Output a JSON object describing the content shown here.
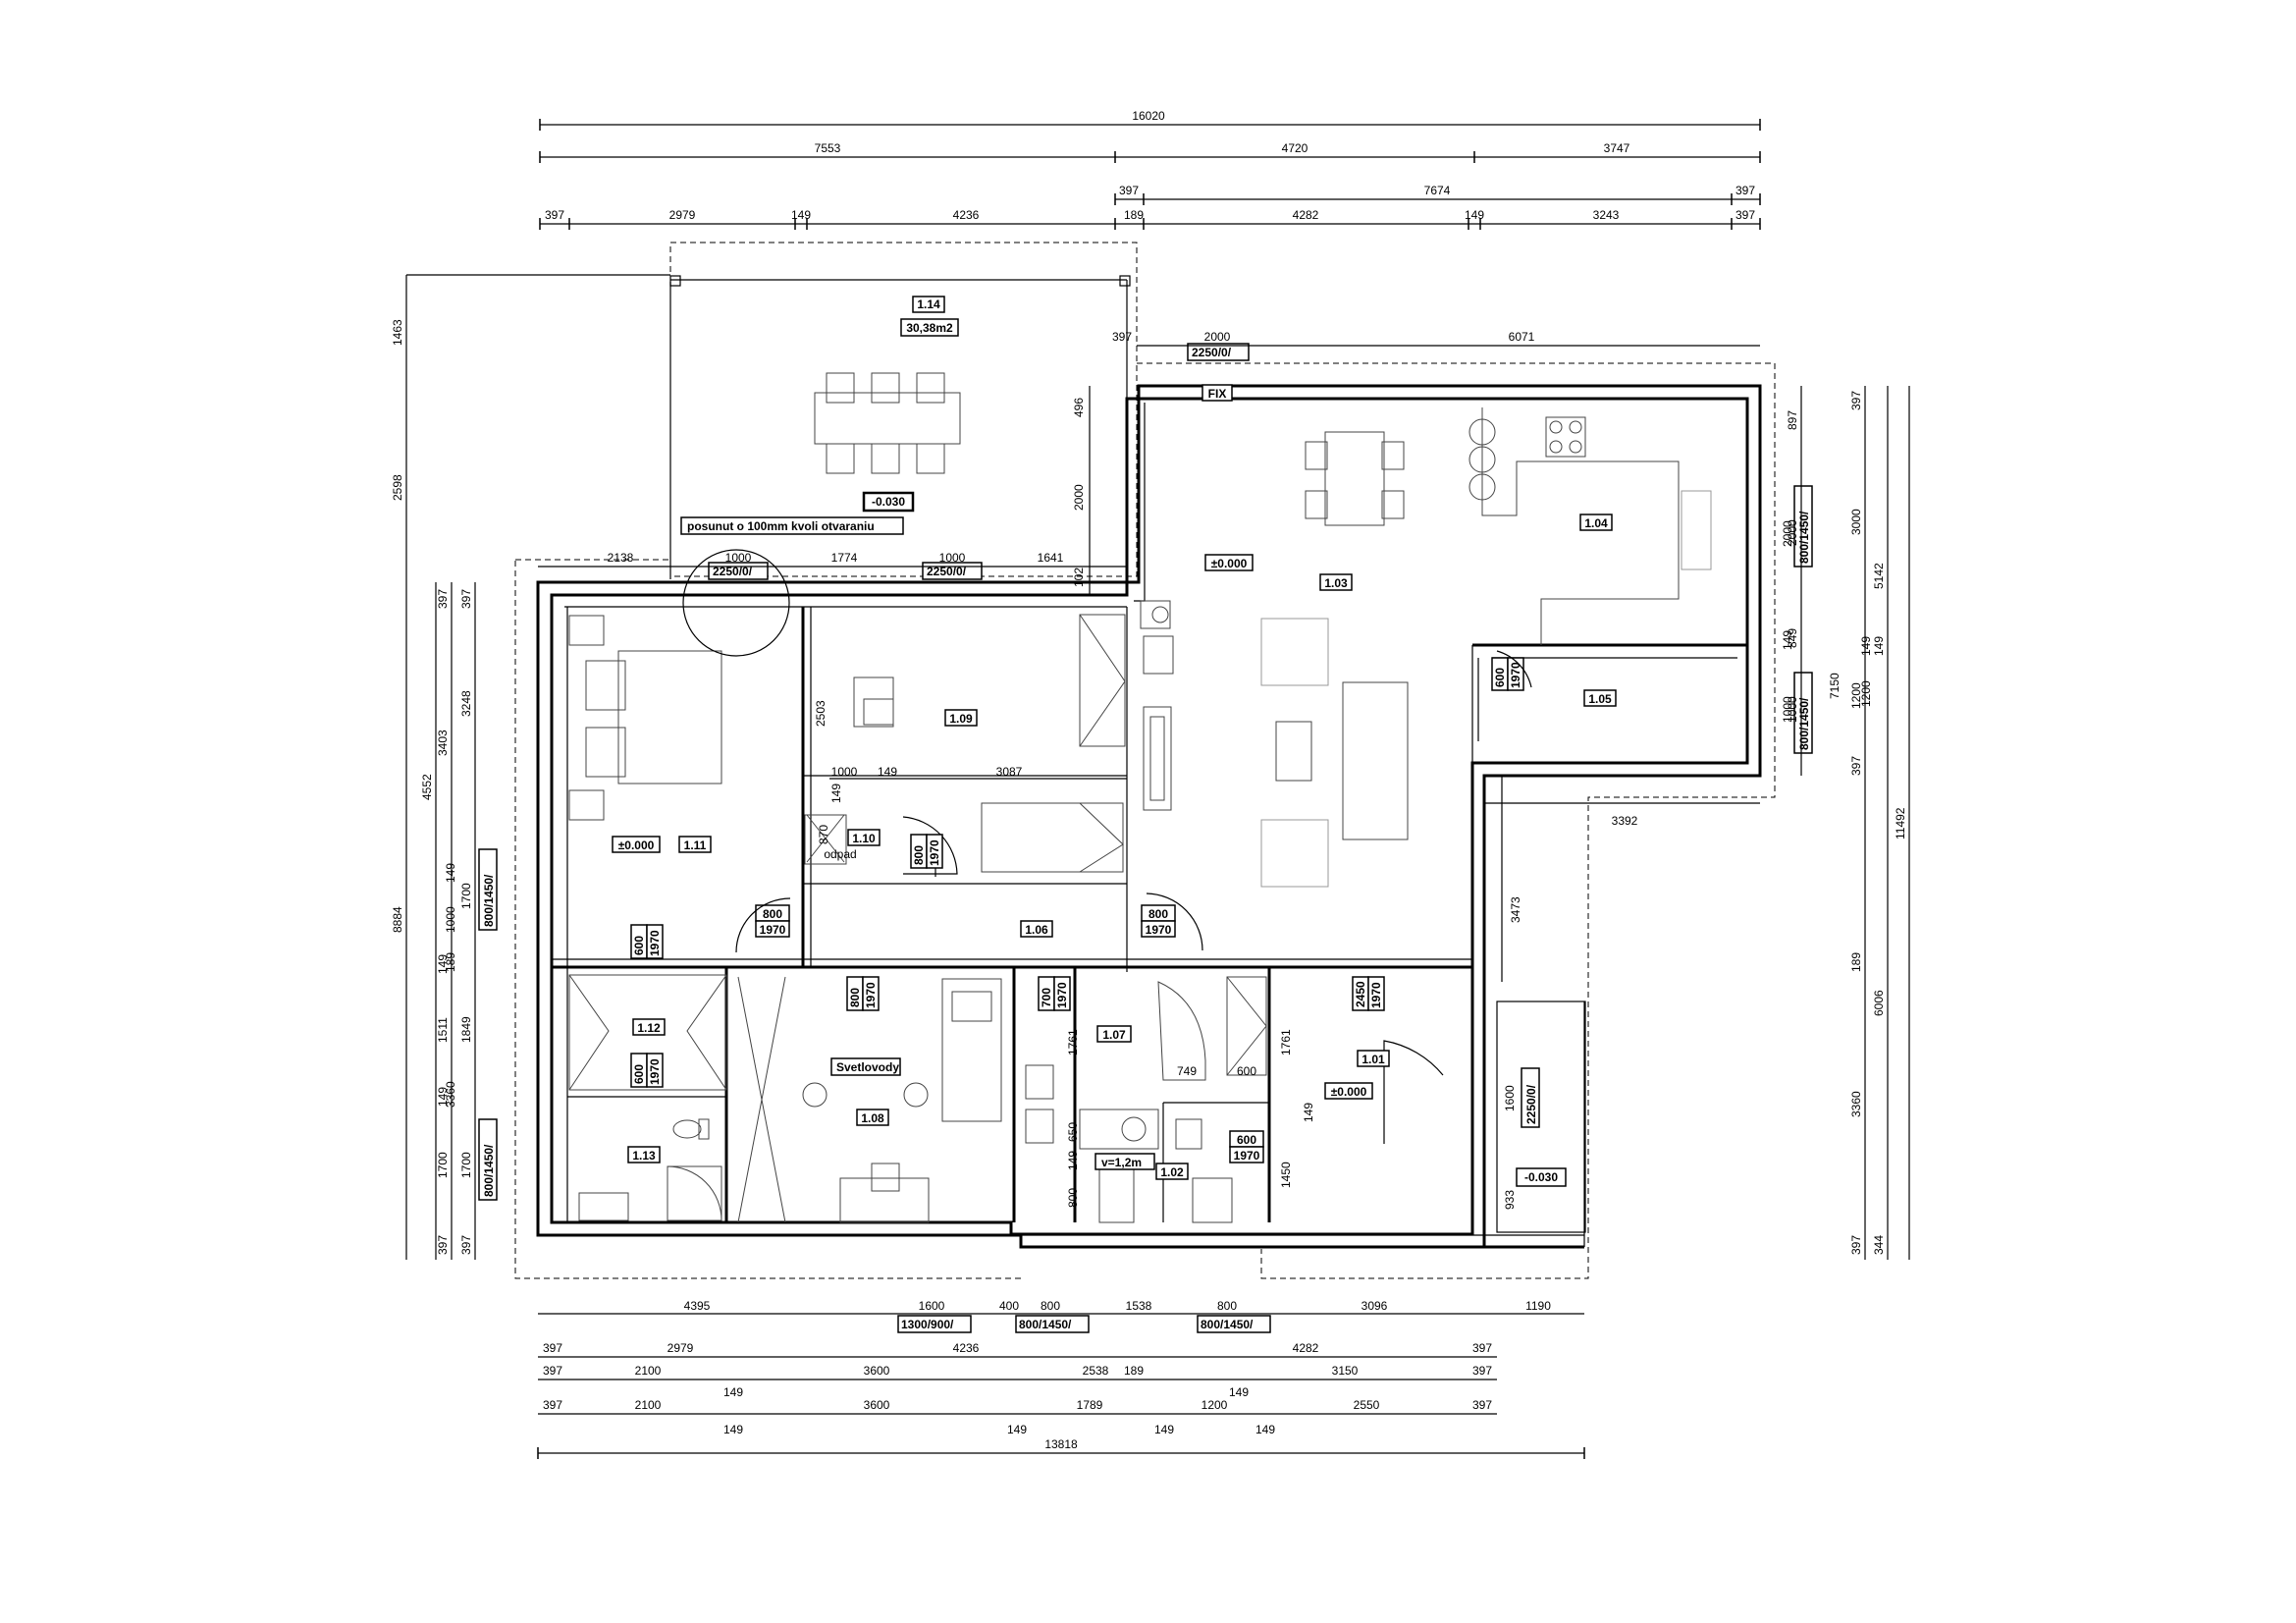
{
  "rooms": [
    {
      "id": "r114",
      "code": "1.14",
      "area": "30,38m2"
    },
    {
      "id": "r103",
      "code": "1.03"
    },
    {
      "id": "r104",
      "code": "1.04"
    },
    {
      "id": "r105",
      "code": "1.05"
    },
    {
      "id": "r109",
      "code": "1.09"
    },
    {
      "id": "r111",
      "code": "1.11"
    },
    {
      "id": "r110",
      "code": "1.10"
    },
    {
      "id": "r106",
      "code": "1.06"
    },
    {
      "id": "r112",
      "code": "1.12"
    },
    {
      "id": "r113",
      "code": "1.13"
    },
    {
      "id": "r108",
      "code": "1.08"
    },
    {
      "id": "r107",
      "code": "1.07"
    },
    {
      "id": "r102",
      "code": "1.02"
    },
    {
      "id": "r101",
      "code": "1.01"
    }
  ],
  "levels": {
    "terrace": "-0.030",
    "living": "±0.000",
    "bedroom": "±0.000",
    "room101": "±0.000",
    "entrance": "-0.030"
  },
  "notes": {
    "shift": "posunut o 100mm kvoli otvaraniu",
    "skylight": "Svetlovody",
    "fix": "FIX",
    "height": "v=1,2m",
    "odpad": "odpad"
  },
  "openings": {
    "terrace_door_top": "2250/0/",
    "door_a": "2250/0/",
    "door_b": "2250/0/",
    "win_right1": "800/1450/",
    "win_right2": "800/1450/",
    "win_left1": "800/1450/",
    "win_left2": "800/1450/",
    "entrance": "2250/0/",
    "bottom1": "1300/900/",
    "bottom2": "800/1450/",
    "bottom3": "800/1450/",
    "d800a": "800",
    "d1970a": "1970",
    "d800b": "800",
    "d1970b": "1970",
    "d800c": "800",
    "d1970c": "1970",
    "d600a": "600",
    "d1970d": "1970",
    "d600b": "600",
    "d1970e": "1970",
    "d800d": "800",
    "d1970f": "1970",
    "d700": "700",
    "d1970g": "1970",
    "d600c": "600",
    "d1970h": "1970",
    "d2450": "2450",
    "d1970i": "1970",
    "d600d": "600",
    "d1970j": "1970",
    "d870": "870"
  },
  "dims_top": {
    "r1": [
      "16020"
    ],
    "r2": [
      "7553",
      "4720",
      "3747"
    ],
    "r3": [
      "397",
      "7674",
      "397"
    ],
    "r4": [
      "397",
      "2979",
      "149",
      "4236",
      "189",
      "4282",
      "149",
      "3243",
      "397"
    ]
  },
  "dims_bottom": {
    "r0": [
      "4395",
      "1600",
      "400",
      "800",
      "1538",
      "800",
      "3096",
      "1190"
    ],
    "r1": [
      "397",
      "2979",
      "4236",
      "4282",
      "397"
    ],
    "r2": [
      "397",
      "2100",
      "149",
      "3600",
      "2538",
      "189",
      "149",
      "3150",
      "397"
    ],
    "r3": [
      "397",
      "2100",
      "149",
      "3600",
      "149",
      "1789",
      "149",
      "1200",
      "149",
      "2550",
      "397"
    ],
    "total": "13818"
  },
  "dims_left": {
    "a": [
      "1463",
      "2598"
    ],
    "b": [
      "397",
      "3403",
      "149",
      "1511",
      "149",
      "1700",
      "397"
    ],
    "c": [
      "397",
      "3248",
      "1700",
      "149",
      "1000",
      "189",
      "1849",
      "3360",
      "1700",
      "397"
    ],
    "d": [
      "8884",
      "4552"
    ]
  },
  "dims_right": {
    "a": [
      "897",
      "2000",
      "849",
      "1000"
    ],
    "b": [
      "397",
      "3000",
      "149",
      "1200",
      "397",
      "189",
      "3360",
      "397"
    ],
    "c": [
      "5142",
      "7150",
      "6006",
      "344"
    ],
    "d": [
      "11492"
    ]
  },
  "dims_inner": {
    "t1": "397",
    "t2": "2000",
    "t3": "6071",
    "i1": "496",
    "i2": "2000",
    "i3": "102",
    "i4": "2138",
    "i5": "1000",
    "i6": "1774",
    "i7": "1000",
    "i8": "1641",
    "i9": "2503",
    "i10": "1000",
    "i11": "149",
    "i12": "3087",
    "i13": "149",
    "i14": "3392",
    "i15": "3473",
    "i16": "1761",
    "i17": "749",
    "i18": "600",
    "i19": "1761",
    "i20": "149",
    "i21": "650",
    "i22": "149",
    "i23": "800",
    "i24": "1450",
    "i25": "1600",
    "i26": "933",
    "i27": "149",
    "i28": "1000",
    "i29": "2000",
    "i30": "1200",
    "i31": "149"
  }
}
